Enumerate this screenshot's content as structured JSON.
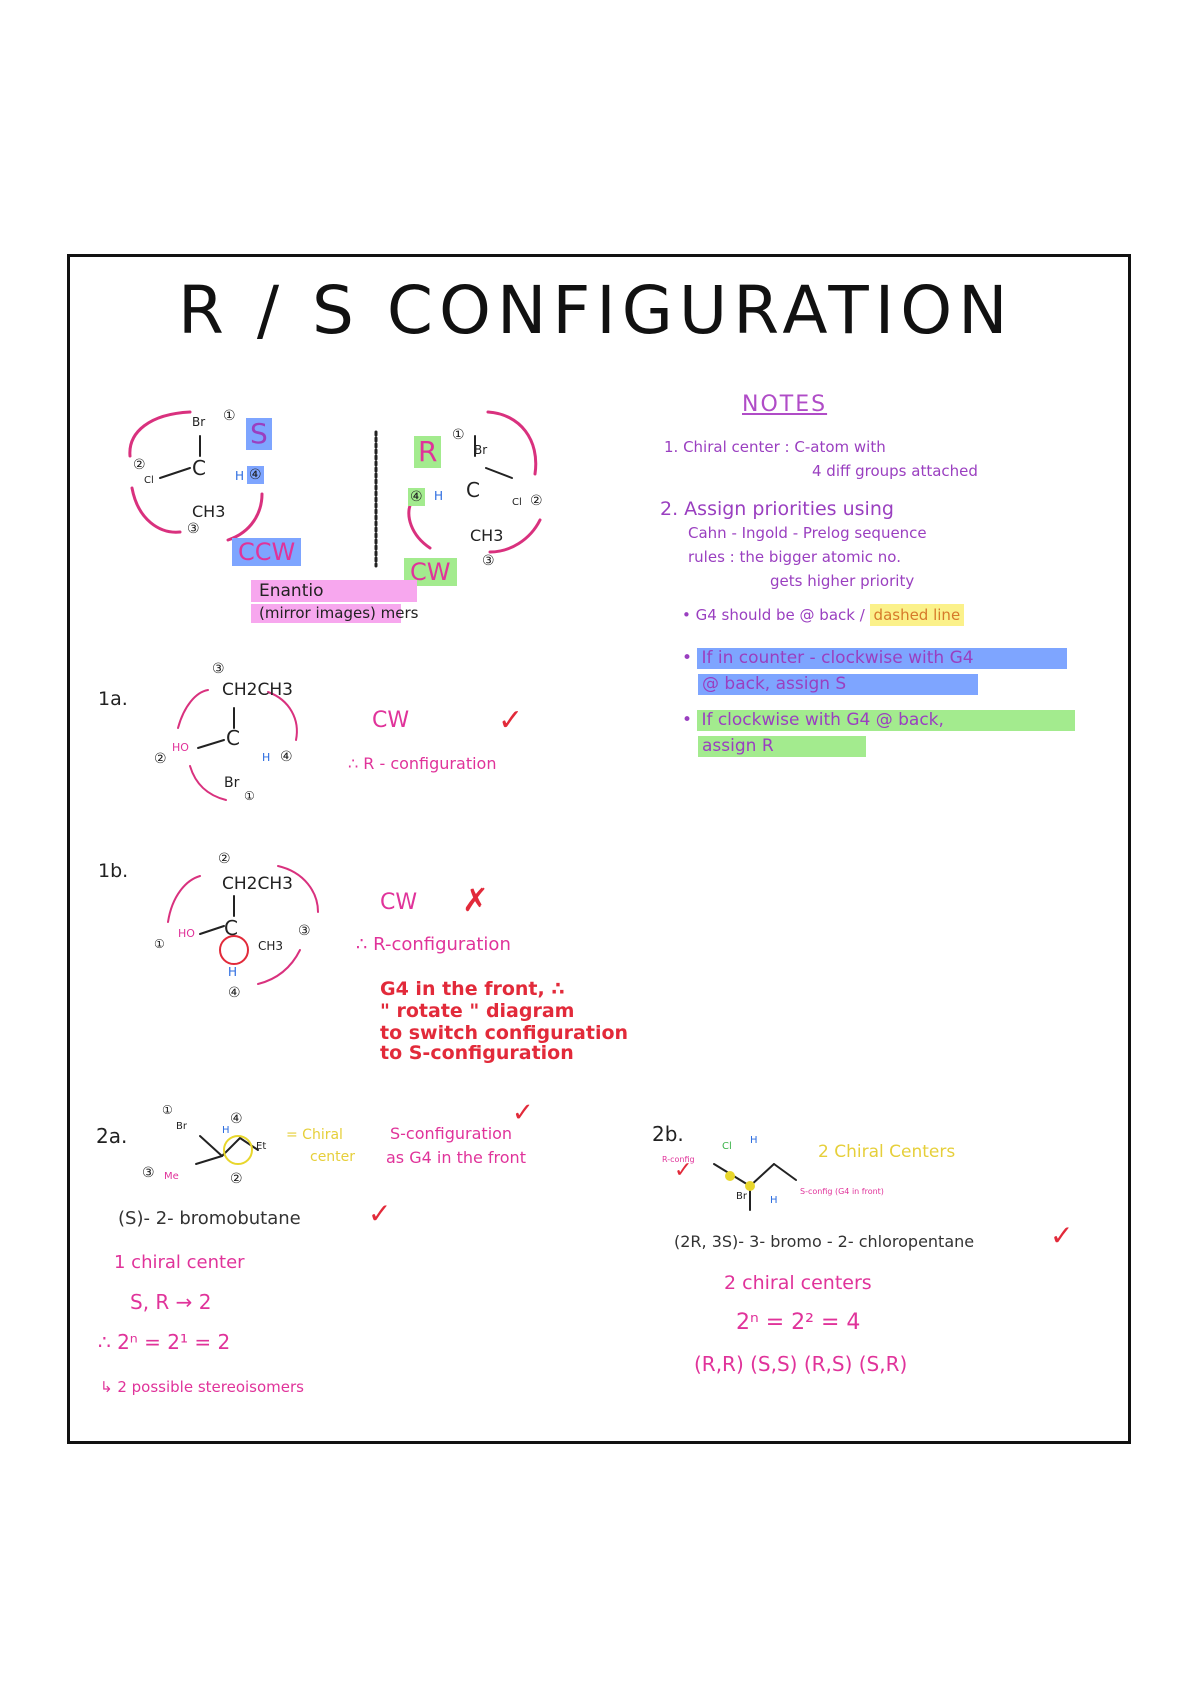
{
  "title": "R / S   CONFIGURATION",
  "top_diagrams": {
    "left": {
      "label": "S",
      "direction": "CCW",
      "atoms": {
        "top": "Br",
        "left": "Cl",
        "right": "H",
        "bottom": "CH3",
        "center": "C"
      },
      "priorities": [
        "①",
        "②",
        "③",
        "④"
      ]
    },
    "right": {
      "label": "R",
      "direction": "CW",
      "atoms": {
        "top": "Br",
        "left": "H",
        "right": "Cl",
        "bottom": "CH3",
        "center": "C"
      },
      "priorities": [
        "①",
        "②",
        "③",
        "④"
      ]
    },
    "enantio_line1": "Enantio",
    "enantio_line2": "(mirror images) mers"
  },
  "notes": {
    "heading": "NOTES",
    "n1_line1": "1. Chiral center : C-atom  with",
    "n1_line2": "4 diff groups attached",
    "n2_line1": "2. Assign priorities using",
    "n2_line2": "Cahn - Ingold - Prelog sequence",
    "n2_line3": "rules : the bigger atomic no.",
    "n2_line4": "gets higher priority",
    "b1_text": "G4 should be @ back / ",
    "b1_highlight": "dashed line",
    "b2_line1": "If in counter - clockwise with G4",
    "b2_line2": "@ back, assign  S",
    "b3_line1": "If clockwise with G4 @ back,",
    "b3_line2": "assign  R"
  },
  "ex1a": {
    "label": "1a.",
    "atoms": {
      "top": "CH2CH3",
      "center": "C",
      "left": "HO",
      "right": "H",
      "bottom": "Br"
    },
    "priorities": {
      "top": "③",
      "left": "②",
      "right": "④",
      "bottom": "①"
    },
    "direction": "CW",
    "check": "✓",
    "result": "∴ R - configuration"
  },
  "ex1b": {
    "label": "1b.",
    "atoms": {
      "top": "CH2CH3",
      "center": "C",
      "left": "HO",
      "right": "CH3",
      "bottom": "H"
    },
    "priorities": {
      "top": "②",
      "left": "①",
      "right": "③",
      "bottom": "④"
    },
    "direction": "CW",
    "cross": "✗",
    "result": "∴ R-configuration",
    "red1": "G4 in the front, ∴",
    "red2": "\" rotate \" diagram",
    "red3": "to switch configuration",
    "red4": "to  S-configuration"
  },
  "ex2a": {
    "label": "2a.",
    "atoms": {
      "br": "Br",
      "h": "H",
      "et": "Et",
      "me": "Me"
    },
    "priorities": {
      "br": "①",
      "h": "④",
      "me": "③",
      "et": "②"
    },
    "chiral_note1": "= Chiral",
    "chiral_note2": "center",
    "config1": "S-configuration",
    "config2": "as  G4 in the front",
    "name": "(S)- 2- bromobutane",
    "count": "1 chiral center",
    "combo": "S, R  →  2",
    "calc": "∴  2ⁿ = 2¹ = 2",
    "possible": "↳ 2 possible  stereoisomers"
  },
  "ex2b": {
    "label": "2b.",
    "atoms": {
      "cl": "Cl",
      "br": "Br",
      "h_top": "H",
      "h_bottom": "H"
    },
    "tiny_r": "R-config",
    "tiny_s": "S-config (G4 in front)",
    "chiral_centers": "2 Chiral Centers",
    "name": "(2R, 3S)- 3- bromo - 2- chloropentane",
    "count": "2  chiral  centers",
    "calc": "2ⁿ = 2² = 4",
    "pairs": "(R,R)  (S,S)  (R,S)   (S,R)"
  },
  "colors": {
    "purple": "#9a3fc0",
    "pink": "#e0339a",
    "red": "#e22a3a",
    "yellow": "#fbf18a",
    "blue": "#7ea5ff",
    "green": "#a3eb8e",
    "pink_hl": "#f7a7ee"
  }
}
